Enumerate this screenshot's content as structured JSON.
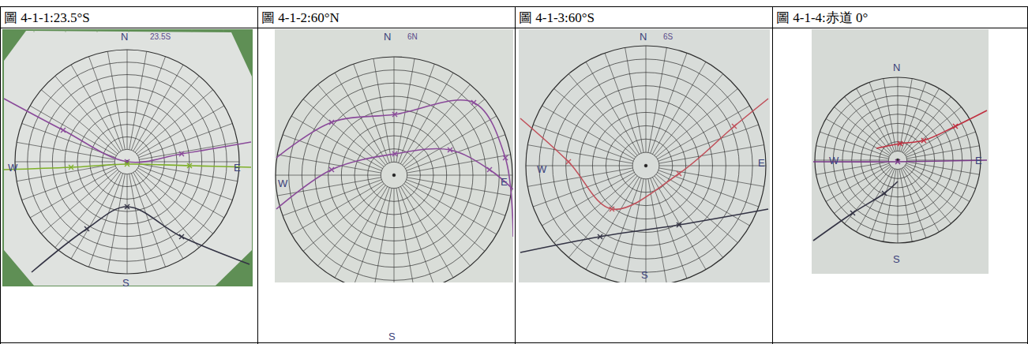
{
  "diagram": {
    "nodes": [
      {
        "text": [
          "圖 4-1-1:23.5°S"
        ]
      },
      {
        "text": [
          "圖 4-1-2:60°N"
        ]
      },
      {
        "text": [
          "圖 4-1-3:60°S"
        ]
      },
      {
        "text": [
          "圖 4-1-4:赤道 0°"
        ]
      }
    ],
    "labels": [
      "N",
      "23.5S",
      "W",
      "E",
      "S",
      "N",
      "6N",
      "W",
      "E",
      "S",
      "N",
      "6S",
      "W",
      "E",
      "S",
      "N",
      "W",
      "E",
      "S"
    ]
  }
}
